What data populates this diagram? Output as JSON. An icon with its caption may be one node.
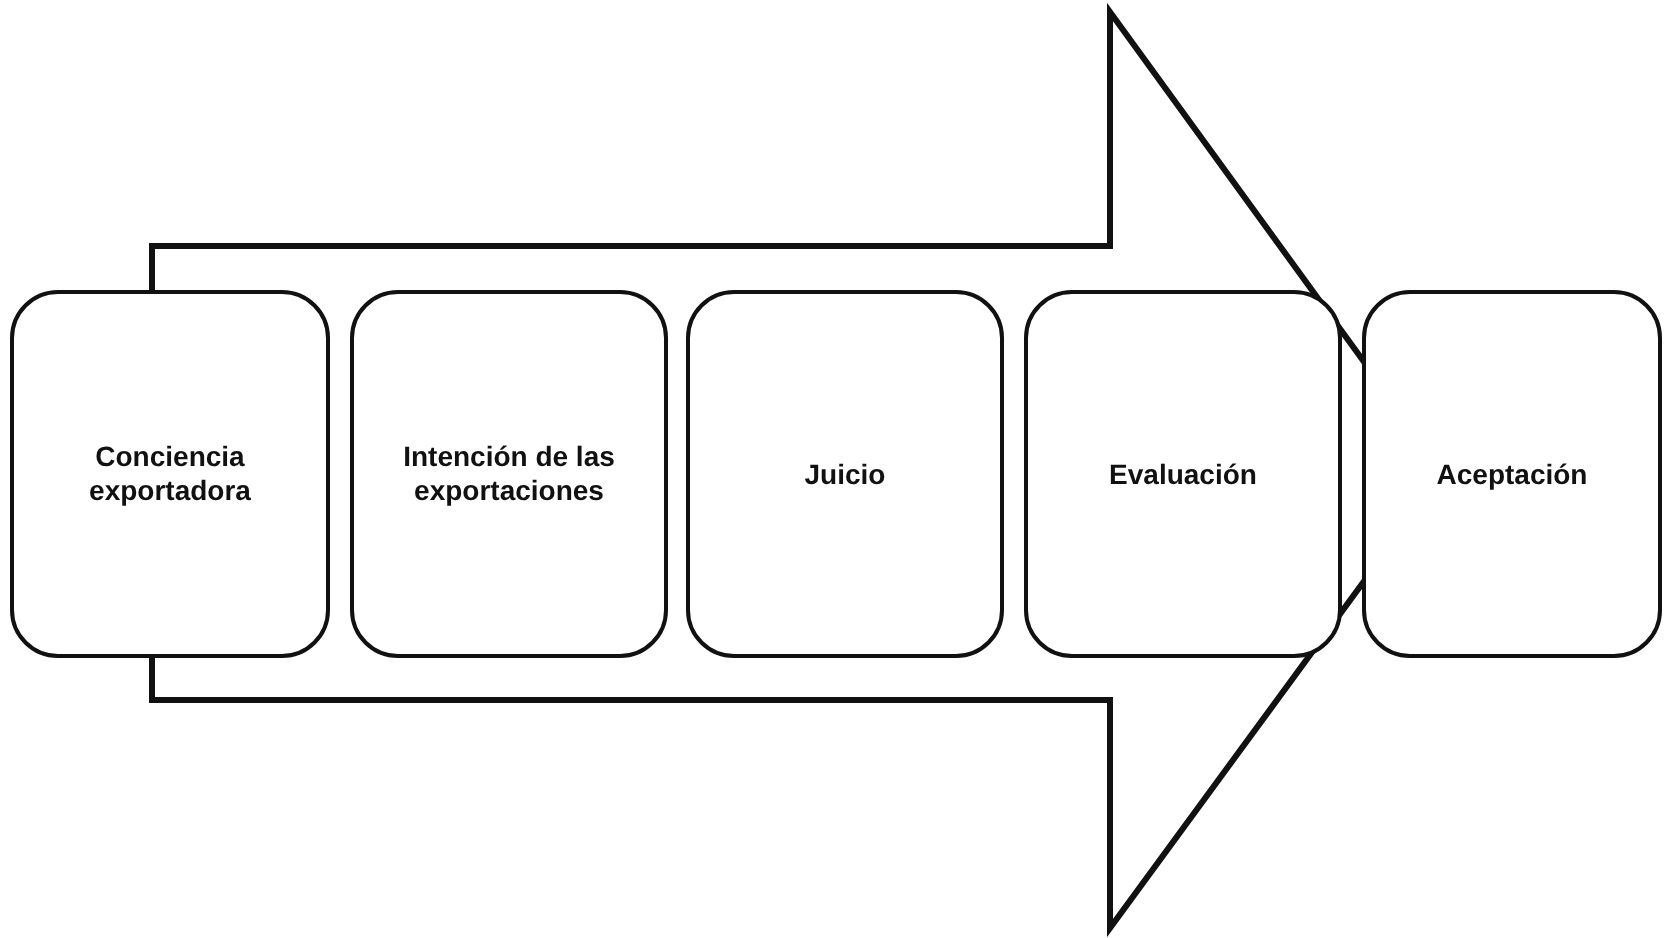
{
  "diagram": {
    "nodes": [
      {
        "text": [
          "Conciencia exportadora"
        ]
      },
      {
        "text": [
          "Intención de las exportaciones"
        ]
      },
      {
        "text": [
          "Juicio"
        ]
      },
      {
        "text": [
          "Evaluación"
        ]
      },
      {
        "text": [
          "Aceptación"
        ]
      }
    ],
    "edges": [
      {
        "from": 0,
        "to": 4,
        "arrow": "to"
      }
    ]
  }
}
